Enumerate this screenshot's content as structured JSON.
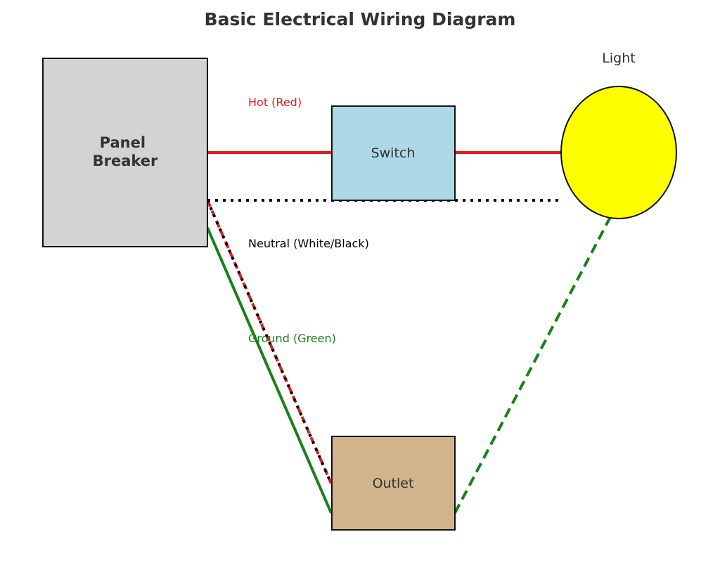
{
  "title": "Basic Electrical Wiring Diagram",
  "nodes": {
    "panel": {
      "line1": "Panel",
      "line2": "Breaker",
      "fill": "#d3d3d3"
    },
    "switch": {
      "label": "Switch",
      "fill": "#add8e6"
    },
    "light": {
      "label": "Light",
      "fill": "#ffff00"
    },
    "outlet": {
      "label": "Outlet",
      "fill": "#d2b48c"
    }
  },
  "wires": {
    "hot": {
      "label": "Hot (Red)",
      "color": "#e31a1c"
    },
    "neutral": {
      "label": "Neutral (White/Black)",
      "color": "#000000"
    },
    "ground": {
      "label": "Ground (Green)",
      "color": "#1a7f1a"
    }
  }
}
